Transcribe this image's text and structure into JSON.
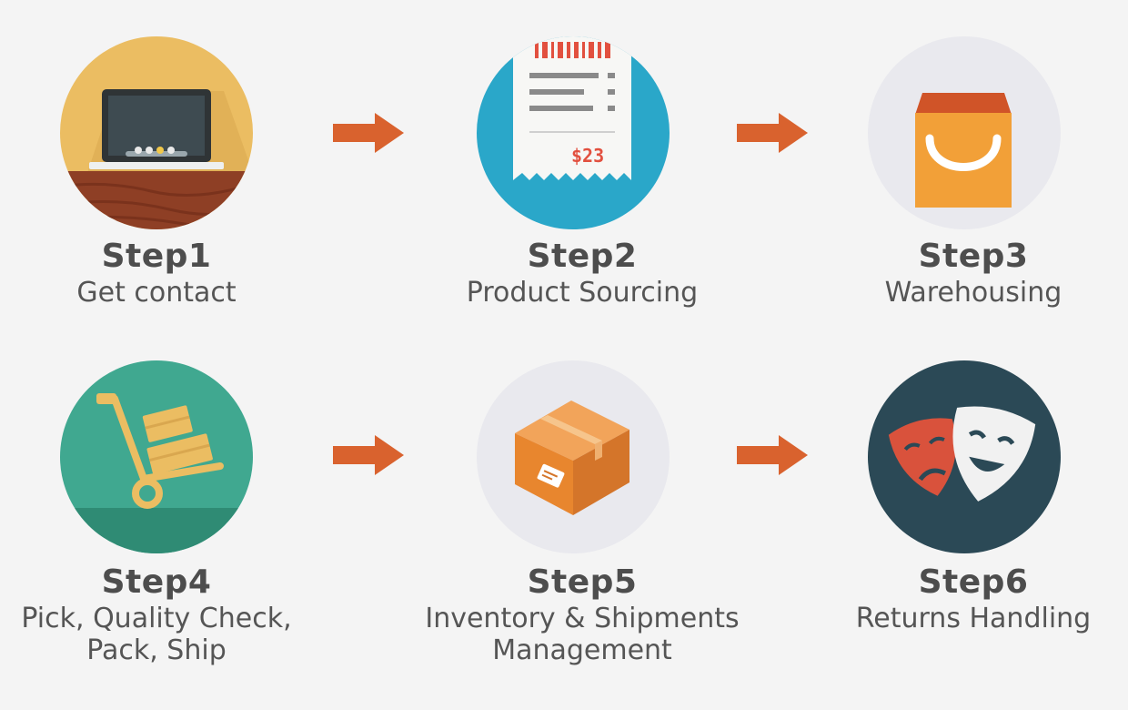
{
  "colors": {
    "background": "#f4f4f4",
    "arrow": "#d9622e",
    "text": "#4d4d4d"
  },
  "steps": [
    {
      "title": "Step1",
      "lines": [
        "Get contact"
      ],
      "icon": "laptop-icon",
      "icon_bg": "#ebbd62"
    },
    {
      "title": "Step2",
      "lines": [
        "Product Sourcing"
      ],
      "icon": "receipt-icon",
      "icon_bg": "#2aa7c9"
    },
    {
      "title": "Step3",
      "lines": [
        "Warehousing"
      ],
      "icon": "shopping-bag-icon",
      "icon_bg": "#e9e9ee"
    },
    {
      "title": "Step4",
      "lines": [
        "Pick, Quality Check,",
        "Pack, Ship"
      ],
      "icon": "hand-truck-icon",
      "icon_bg": "#40a890"
    },
    {
      "title": "Step5",
      "lines": [
        "Inventory & Shipments",
        "Management"
      ],
      "icon": "package-box-icon",
      "icon_bg": "#e9e9ee"
    },
    {
      "title": "Step6",
      "lines": [
        "Returns Handling"
      ],
      "icon": "theater-masks-icon",
      "icon_bg": "#2b4956"
    }
  ],
  "arrows": [
    "arrow-right-icon",
    "arrow-right-icon",
    "arrow-right-icon",
    "arrow-right-icon"
  ]
}
